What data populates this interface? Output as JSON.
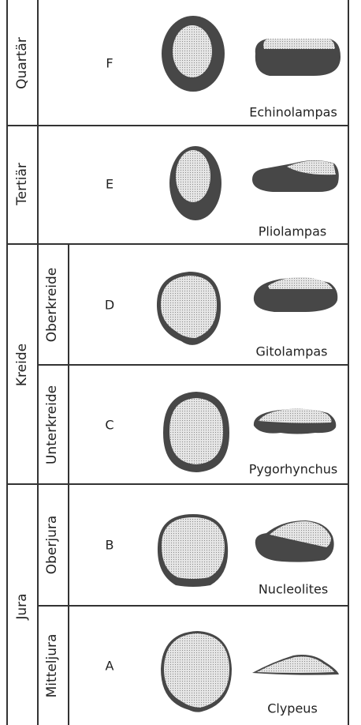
{
  "periods": [
    {
      "id": "quartaer",
      "label": "Quartär"
    },
    {
      "id": "tertiaer",
      "label": "Tertiär"
    },
    {
      "id": "kreide",
      "label": "Kreide"
    },
    {
      "id": "jura",
      "label": "Jura"
    }
  ],
  "subperiods": [
    {
      "id": "oberkreide",
      "label": "Oberkreide"
    },
    {
      "id": "unterkreide",
      "label": "Unterkreide"
    },
    {
      "id": "oberjura",
      "label": "Oberjura"
    },
    {
      "id": "mitteljura",
      "label": "Mitteljura"
    }
  ],
  "rows": [
    {
      "letter": "F",
      "genus": "Echinolampas"
    },
    {
      "letter": "E",
      "genus": "Pliolampas"
    },
    {
      "letter": "D",
      "genus": "Gitolampas"
    },
    {
      "letter": "C",
      "genus": "Pygorhynchus"
    },
    {
      "letter": "B",
      "genus": "Nucleolites"
    },
    {
      "letter": "A",
      "genus": "Clypeus"
    }
  ],
  "colors": {
    "shell_dark": "#474747",
    "shell_light": "#e4e4e4",
    "stipple": "#8a8a8a",
    "rule": "#333333"
  }
}
